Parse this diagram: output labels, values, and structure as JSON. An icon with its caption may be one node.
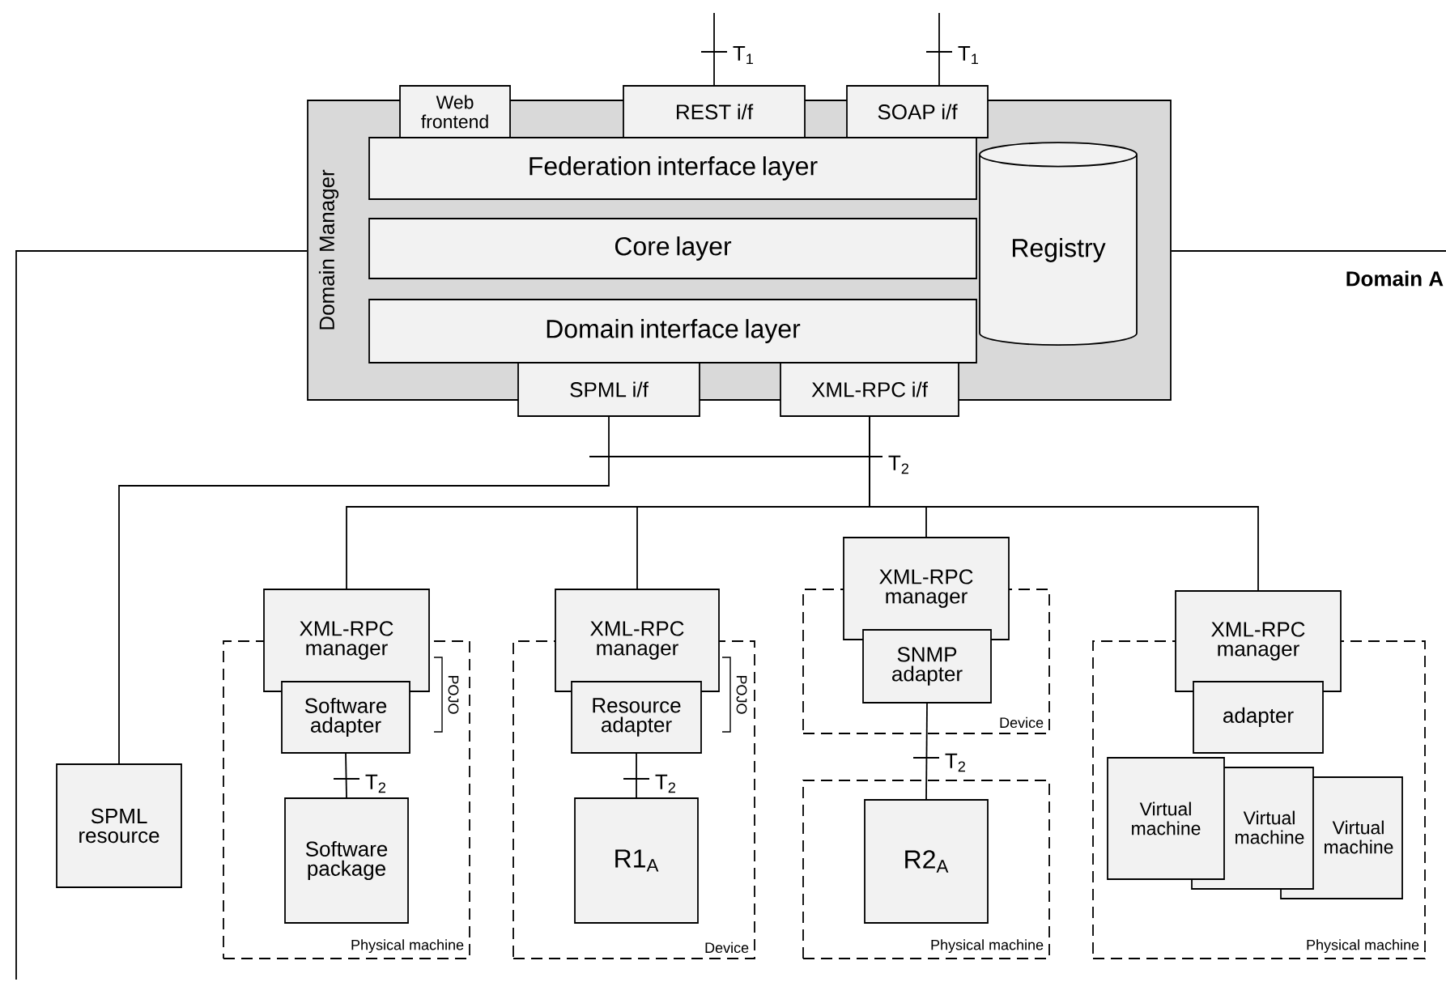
{
  "diagram": {
    "nodes": [
      {
        "text": [
          "Domain Manager"
        ]
      },
      {
        "text": [
          "Web frontend"
        ]
      },
      {
        "text": [
          "REST i/f"
        ]
      },
      {
        "text": [
          "SOAP i/f"
        ]
      },
      {
        "text": [
          "Federation interface layer"
        ],
        "in": 0
      },
      {
        "text": [
          "Core layer"
        ],
        "in": 0
      },
      {
        "text": [
          "Domain interface layer"
        ],
        "in": 0
      },
      {
        "text": [
          "Registry"
        ],
        "in": 0
      },
      {
        "text": [
          "SPML i/f"
        ]
      },
      {
        "text": [
          "XML-RPC i/f"
        ]
      },
      {
        "text": [
          "SPML resource"
        ]
      },
      {
        "text": [
          "Physical machine"
        ]
      },
      {
        "text": [
          "XML-RPC manager"
        ]
      },
      {
        "text": [
          "Software adapter"
        ],
        "in": 11
      },
      {
        "text": [
          "Software package"
        ],
        "in": 11
      },
      {
        "text": [
          "Device"
        ]
      },
      {
        "text": [
          "XML-RPC manager"
        ]
      },
      {
        "text": [
          "Resource adapter"
        ],
        "in": 15
      },
      {
        "text": [
          "R1$_{A}$"
        ],
        "in": 15
      },
      {
        "text": [
          "Device"
        ]
      },
      {
        "text": [
          "XML-RPC manager"
        ]
      },
      {
        "text": [
          "SNMP adapter"
        ],
        "in": 19
      },
      {
        "text": [
          "Physical machine"
        ]
      },
      {
        "text": [
          "R2$_{A}$"
        ],
        "in": 22
      },
      {
        "text": [
          "Physical machine"
        ]
      },
      {
        "text": [
          "XML-RPC manager"
        ]
      },
      {
        "text": [
          "adapter"
        ],
        "in": 24
      },
      {
        "text": [
          "Virtual machine"
        ],
        "in": 24
      },
      {
        "text": [
          "Virtual machine"
        ],
        "in": 24
      },
      {
        "text": [
          "Virtual machine"
        ],
        "in": 24
      }
    ],
    "edges": [
      {
        "from": null,
        "to": 2,
        "arrow": "none"
      },
      {
        "from": null,
        "to": 3,
        "arrow": "none"
      },
      {
        "from": 0,
        "to": null,
        "arrow": "none"
      },
      {
        "from": 0,
        "to": null,
        "arrow": "none"
      },
      {
        "from": 8,
        "to": 10,
        "arrow": "none"
      },
      {
        "from": 9,
        "to": 12,
        "arrow": "none"
      },
      {
        "from": 9,
        "to": 16,
        "arrow": "none"
      },
      {
        "from": 9,
        "to": 20,
        "arrow": "none"
      },
      {
        "from": 9,
        "to": 25,
        "arrow": "none"
      },
      {
        "from": 13,
        "to": 14,
        "arrow": "none"
      },
      {
        "from": 17,
        "to": 18,
        "arrow": "none"
      },
      {
        "from": 21,
        "to": 23,
        "arrow": "none"
      }
    ],
    "labels": [
      "T$_{1}$",
      "T$_{1}$",
      "Domain A",
      "T$_{2}$",
      "POJO",
      "T$_{2}$",
      "POJO",
      "T$_{2}$",
      "T$_{2}$"
    ]
  }
}
